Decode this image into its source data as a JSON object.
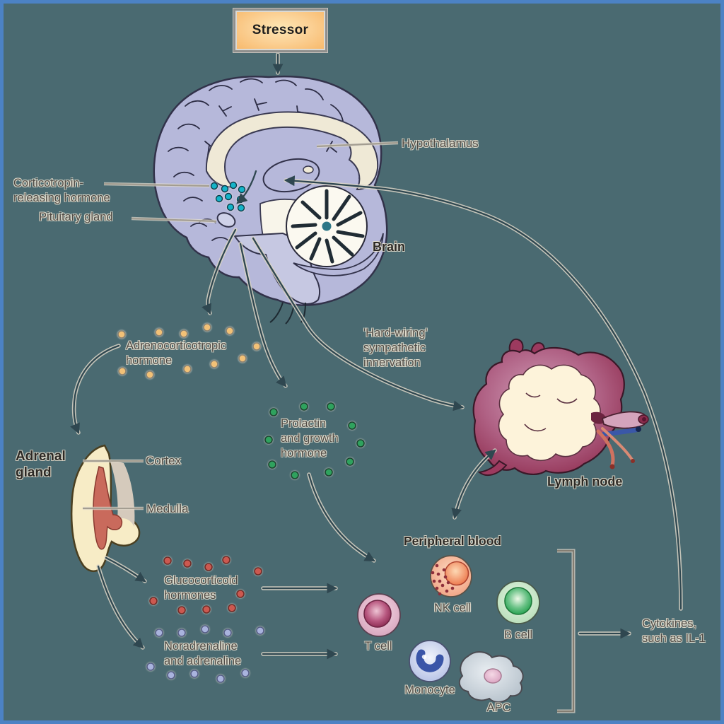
{
  "diagram": {
    "labels": {
      "stressor": "Stressor",
      "hypothalamus": "Hypothalamus",
      "crh_line1": "Corticotropin-",
      "crh_line2": "releasing hormone",
      "pituitary": "Pituitary gland",
      "brain": "Brain",
      "acth_line1": "Adrenocorticotropic",
      "acth_line2": "hormone",
      "hardwiring_line1": "'Hard-wiring'",
      "hardwiring_line2": "sympathetic",
      "hardwiring_line3": "innervation",
      "prolactin_line1": "Prolactin",
      "prolactin_line2": "and growth",
      "prolactin_line3": "hormone",
      "adrenal_line1": "Adrenal",
      "adrenal_line2": "gland",
      "cortex": "Cortex",
      "medulla": "Medulla",
      "lymph_node": "Lymph node",
      "gluco_line1": "Glucocorticoid",
      "gluco_line2": "hormones",
      "nor_line1": "Noradrenaline",
      "nor_line2": "and adrenaline",
      "peripheral_blood": "Peripheral blood",
      "nk_cell": "NK cell",
      "b_cell": "B cell",
      "t_cell": "T cell",
      "monocyte": "Monocyte",
      "apc": "APC",
      "cytokines_line1": "Cytokines,",
      "cytokines_line2": "such as IL-1"
    },
    "colors": {
      "background": "#4a6a71",
      "frame": "#4c82c4",
      "stressor_box": "#fbd094",
      "brain_cortex": "#b6b8da",
      "crh_dot": "#14b4c8",
      "acth_dot": "#f2c177",
      "prolactin_dot": "#2fa25e",
      "glucocorticoid_dot": "#cc5950",
      "noradrenaline_dot": "#a9b3dd",
      "arrow": "#2f4750",
      "lymph_node": "#9c3a5f",
      "adrenal_cortex": "#f7ecc6",
      "adrenal_medulla": "#c96a5c"
    }
  }
}
